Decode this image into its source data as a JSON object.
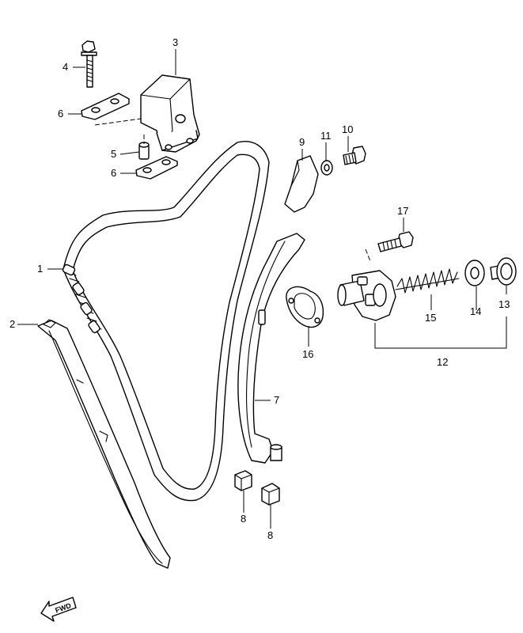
{
  "callouts": {
    "c1": "1",
    "c2": "2",
    "c3": "3",
    "c4": "4",
    "c5": "5",
    "c6a": "6",
    "c6b": "6",
    "c7": "7",
    "c8a": "8",
    "c8b": "8",
    "c9": "9",
    "c10": "10",
    "c11": "11",
    "c12": "12",
    "c13": "13",
    "c14": "14",
    "c15": "15",
    "c16": "16",
    "c17": "17"
  },
  "fwd_label": "FWD"
}
